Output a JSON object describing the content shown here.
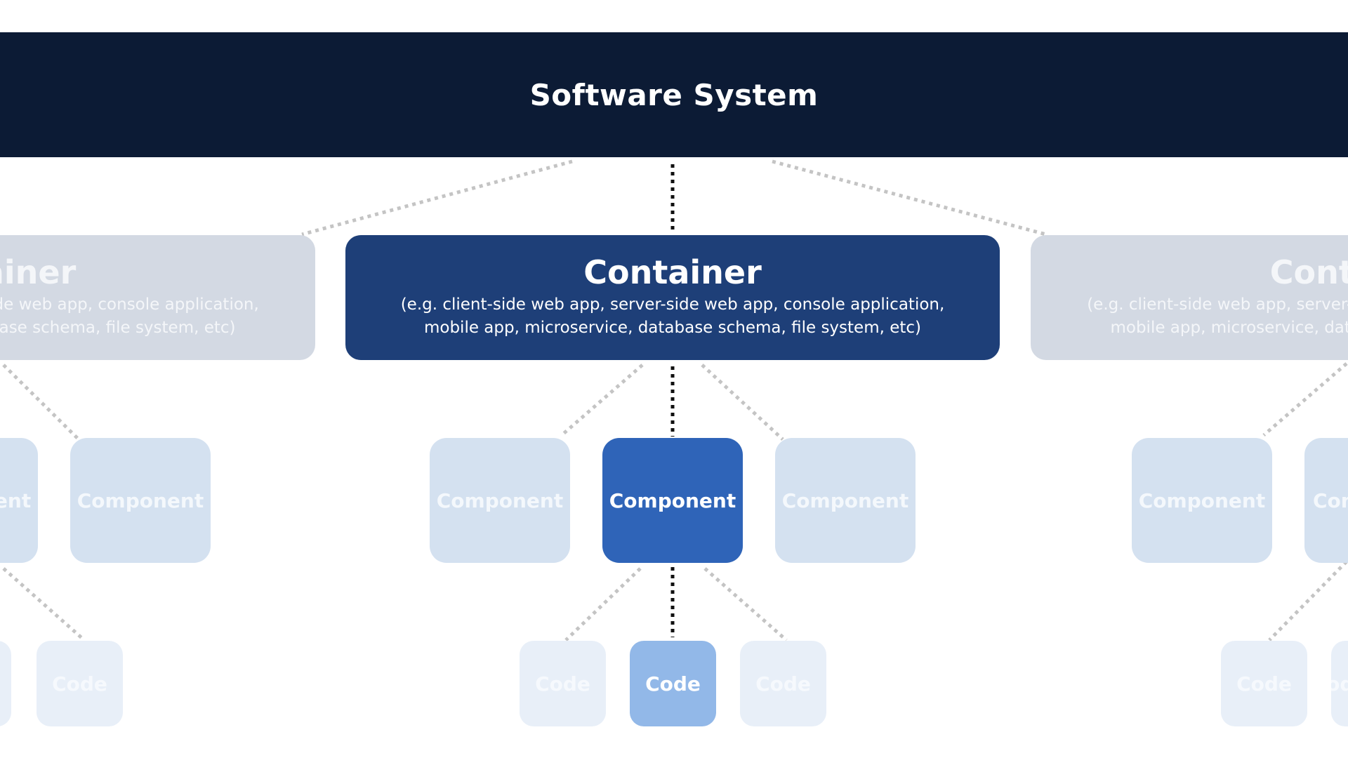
{
  "system": {
    "title": "Software System"
  },
  "containers": {
    "left": {
      "title": "Container",
      "desc_line1": "(e.g. client-side web app, server-side web app, console application,",
      "desc_line2": "mobile app, microservice, database schema, file system, etc)"
    },
    "center": {
      "title": "Container",
      "desc_line1": "(e.g. client-side web app, server-side web app, console application,",
      "desc_line2": "mobile app, microservice, database schema, file system, etc)"
    },
    "right": {
      "title": "Container",
      "desc_line1": "(e.g. client-side web app, server-side web app, console application,",
      "desc_line2": "mobile app, microservice, database schema, file system, etc)"
    }
  },
  "component_label": "Component",
  "code_label": "Code",
  "colors": {
    "system": "#0c1b35",
    "container_active": "#1e3f78",
    "container_faded": "#d3d9e3",
    "component_active": "#2f64b8",
    "component_faded": "#d4e1f0",
    "code_active": "#92b8e8",
    "code_faded": "#e8eff8",
    "connector_active": "#111111",
    "connector_faded": "#c4c4c4"
  }
}
